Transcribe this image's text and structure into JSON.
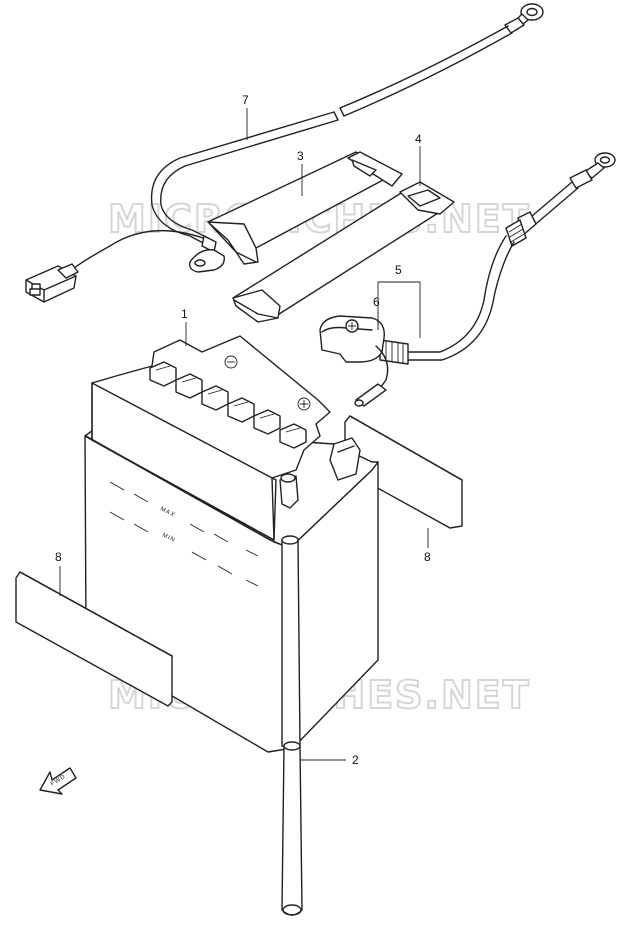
{
  "watermark": {
    "text": "MICROFICHES.NET"
  },
  "callouts": {
    "c1": "1",
    "c2": "2",
    "c3": "3",
    "c4": "4",
    "c5": "5",
    "c6": "6",
    "c7": "7",
    "c8a": "8",
    "c8b": "8"
  },
  "battery": {
    "max_label": "MAX",
    "min_label": "MIN"
  },
  "fwd_label": "FWD"
}
